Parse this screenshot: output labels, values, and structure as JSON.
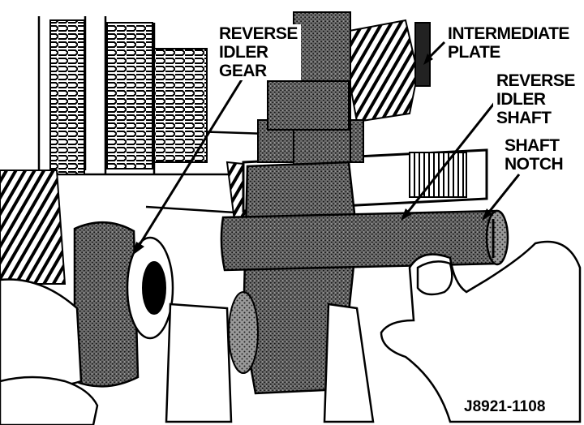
{
  "labels": {
    "reverse_idler_gear": [
      "REVERSE",
      "IDLER",
      "GEAR"
    ],
    "intermediate_plate": [
      "INTERMEDIATE",
      "PLATE"
    ],
    "reverse_idler_shaft": [
      "REVERSE",
      "IDLER",
      "SHAFT"
    ],
    "shaft_notch": [
      "SHAFT",
      "NOTCH"
    ]
  },
  "figure_id": "J8921-1108",
  "colors": {
    "ink": "#000000",
    "paper": "#ffffff",
    "stipple": "#555555"
  }
}
